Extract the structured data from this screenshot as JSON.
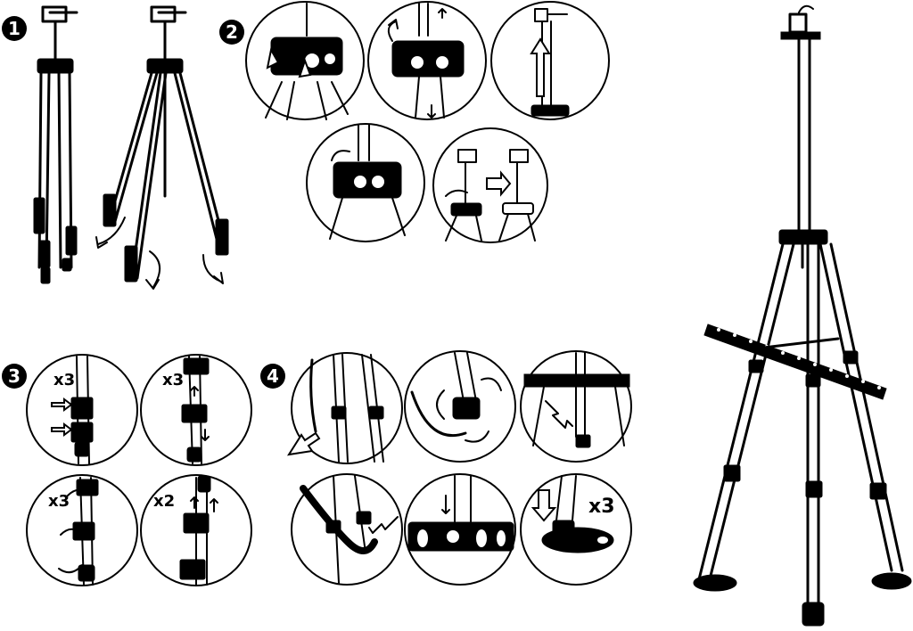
{
  "steps": [
    {
      "number": "1"
    },
    {
      "number": "2"
    },
    {
      "number": "3"
    },
    {
      "number": "4"
    }
  ],
  "quantities": {
    "s3_top_left": "x3",
    "s3_top_right": "x3",
    "s3_bottom_left": "x3",
    "s3_bottom_right": "x2",
    "s4_bottom_right": "x3"
  }
}
